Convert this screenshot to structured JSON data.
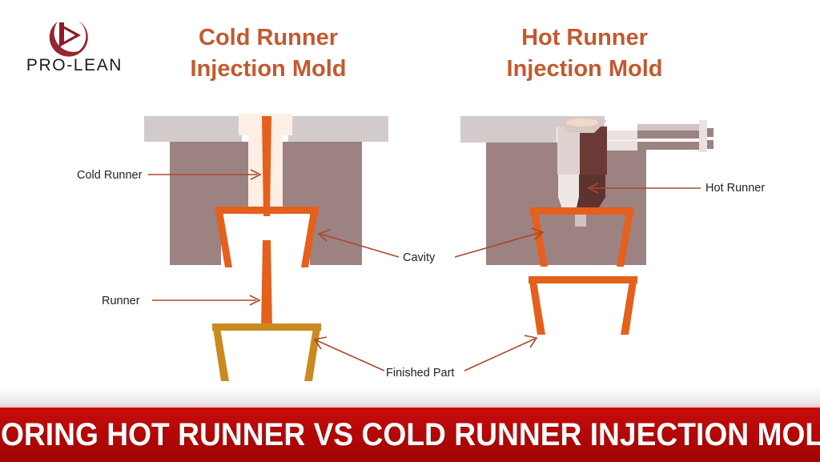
{
  "brand": {
    "name": "PRO-LEAN",
    "mark_color": "#8e1b24",
    "mark_icon": "circular-play-arrow-logo-icon"
  },
  "headings": {
    "left": "Cold Runner\nInjection Mold",
    "right": "Hot Runner\nInjection Mold",
    "color": "#c4592e"
  },
  "labels": {
    "cold_runner": "Cold Runner",
    "runner": "Runner",
    "cavity": "Cavity",
    "finished_part": "Finished Part",
    "hot_runner": "Hot Runner"
  },
  "banner": {
    "text": "EXPLORING HOT RUNNER VS COLD RUNNER INJECTION MOLDING",
    "background_color": "#b50808",
    "text_color": "#ffffff"
  },
  "watermark": {
    "text": ""
  },
  "palette": {
    "mold_plate": "#d3cbcb",
    "mold_block": "#9d8282",
    "sprue_bushing": "#fdeee6",
    "molten_plastic": "#e4601c",
    "finished_part_left": "#c98a20",
    "finished_part_right": "#e4601c",
    "nozzle_body": "#6c3a36",
    "arrow": "#a84a28"
  },
  "diagrams": {
    "left": {
      "name": "cold-runner-injection-mold-diagram",
      "parts": [
        "top-plate",
        "sprue-bushing",
        "sprue-channel",
        "mold-block",
        "cavity-outline",
        "runner-stem",
        "finished-part-outline"
      ]
    },
    "right": {
      "name": "hot-runner-injection-mold-diagram",
      "parts": [
        "top-plate",
        "mold-block",
        "hot-runner-nozzle",
        "injection-barrel",
        "cavity-outline",
        "finished-part-outline"
      ]
    }
  }
}
